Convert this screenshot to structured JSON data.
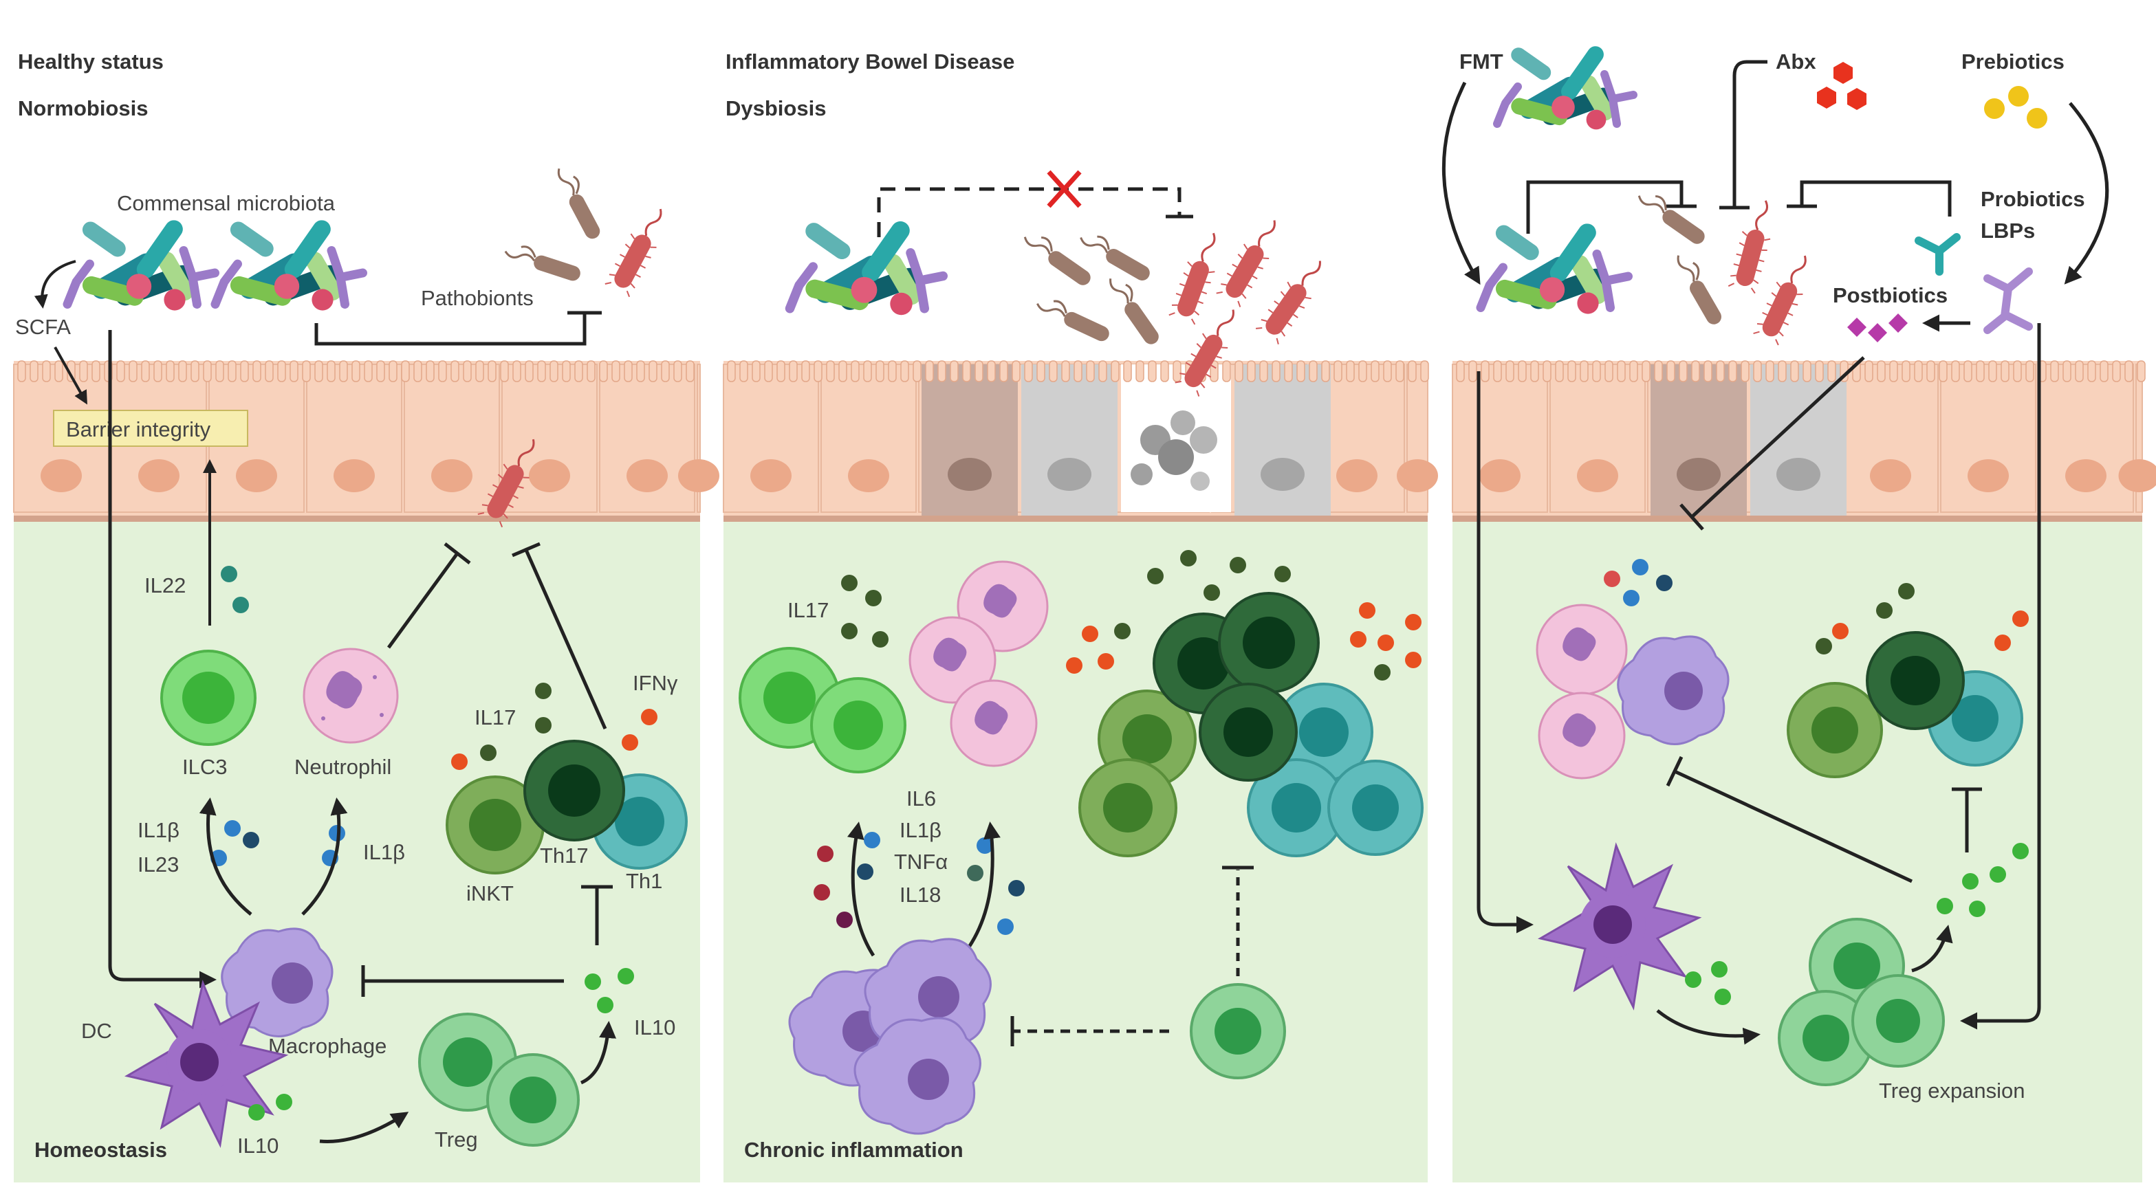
{
  "panels": [
    {
      "title": "Healthy status",
      "subtitle": "Normobiosis",
      "footer": "Homeostasis",
      "labels": {
        "commensal": "Commensal microbiota",
        "pathobionts": "Pathobionts",
        "scfa": "SCFA",
        "barrier": "Barrier integrity",
        "il22": "IL22",
        "ilc3": "ILC3",
        "neutrophil": "Neutrophil",
        "il17": "IL17",
        "ifng": "IFNγ",
        "il1b_a": "IL1β",
        "il23": "IL23",
        "il1b_b": "IL1β",
        "inkt": "iNKT",
        "th17": "Th17",
        "th1": "Th1",
        "macrophage": "Macrophage",
        "dc": "DC",
        "il10_a": "IL10",
        "il10_b": "IL10",
        "treg": "Treg"
      }
    },
    {
      "title": "Inflammatory Bowel Disease",
      "subtitle": "Dysbiosis",
      "footer": "Chronic inflammation",
      "labels": {
        "il17": "IL17",
        "il6": "IL6",
        "il1b": "IL1β",
        "tnfa": "TNFα",
        "il18": "IL18"
      }
    },
    {
      "title": "",
      "subtitle": "",
      "footer": "Treg expansion",
      "labels": {
        "fmt": "FMT",
        "abx": "Abx",
        "prebiotics": "Prebiotics",
        "probiotics": "Probiotics",
        "lbps": "LBPs",
        "postbiotics": "Postbiotics"
      }
    }
  ],
  "colors": {
    "lumen": "#ffffff",
    "lamina": "#e3f2d9",
    "epithelium": "#f8d2bc",
    "nucleus": "#eba98a",
    "basement": "#d3a38c",
    "inhibit_cross": "#e02424"
  }
}
